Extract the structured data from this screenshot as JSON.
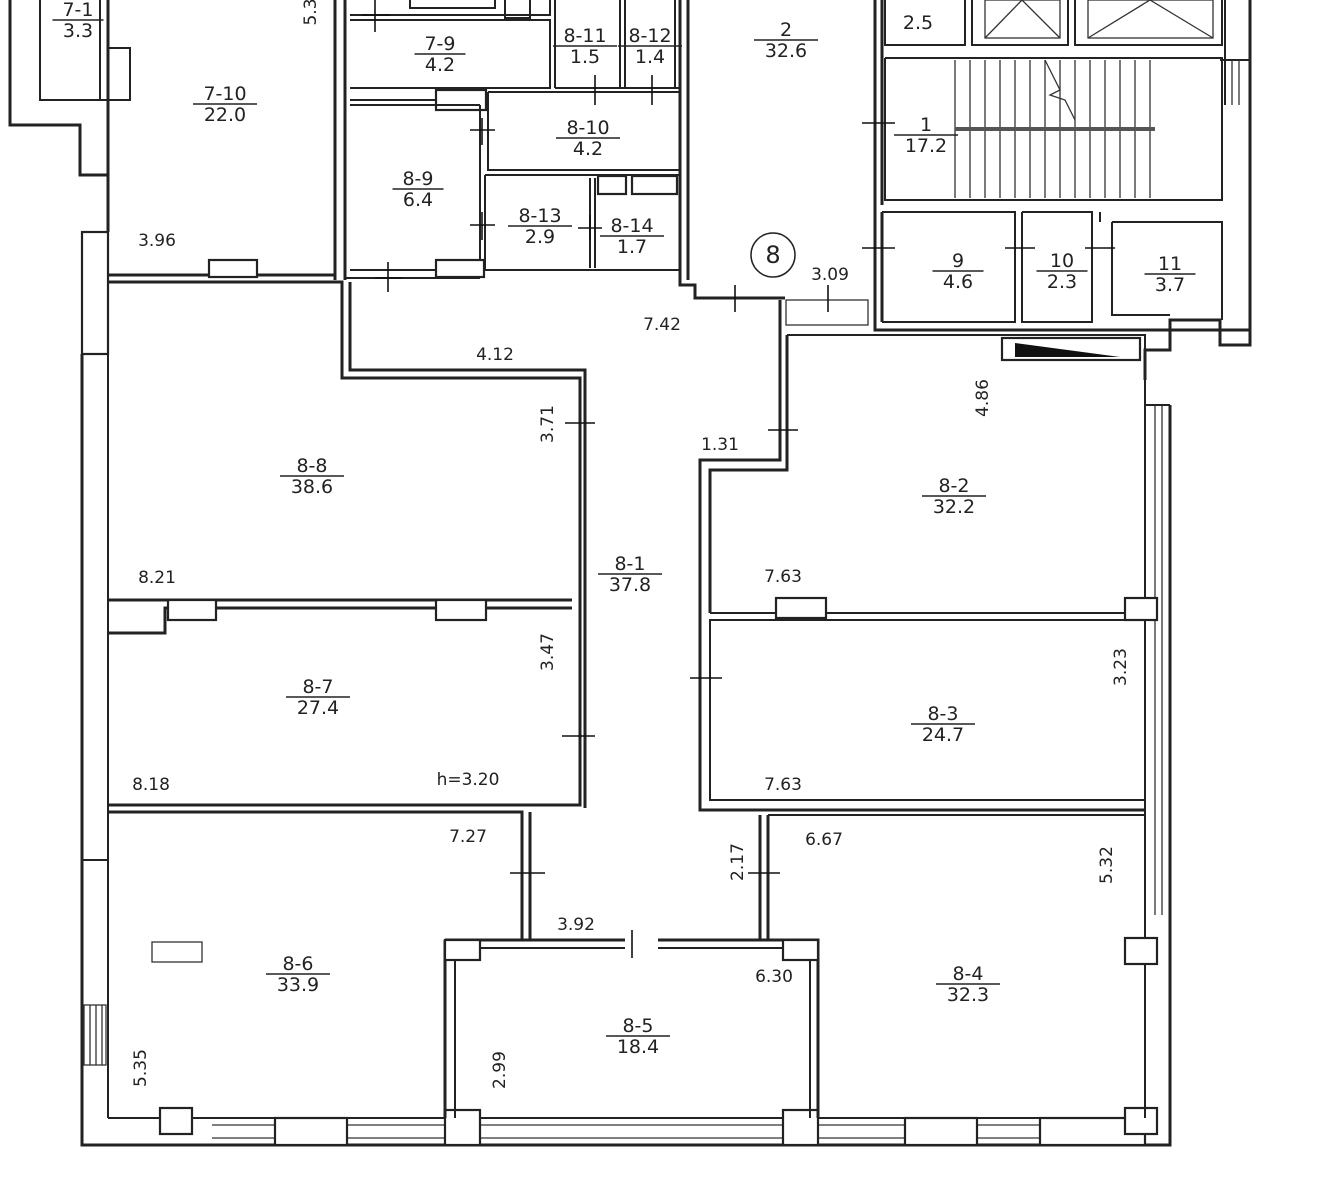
{
  "rooms": [
    {
      "id": "7-1",
      "area": "3.3"
    },
    {
      "id": "7-10",
      "area": "22.0"
    },
    {
      "id": "7-9",
      "area": "4.2"
    },
    {
      "id": "8-11",
      "area": "1.5"
    },
    {
      "id": "8-12",
      "area": "1.4"
    },
    {
      "id": "2",
      "area": "32.6"
    },
    {
      "id": "",
      "area": "2.5"
    },
    {
      "id": "8-10",
      "area": "4.2"
    },
    {
      "id": "8-9",
      "area": "6.4"
    },
    {
      "id": "1",
      "area": "17.2"
    },
    {
      "id": "8-13",
      "area": "2.9"
    },
    {
      "id": "8-14",
      "area": "1.7"
    },
    {
      "id": "9",
      "area": "4.6"
    },
    {
      "id": "10",
      "area": "2.3"
    },
    {
      "id": "11",
      "area": "3.7"
    },
    {
      "id": "8-8",
      "area": "38.6"
    },
    {
      "id": "8-2",
      "area": "32.2"
    },
    {
      "id": "8-1",
      "area": "37.8"
    },
    {
      "id": "8-7",
      "area": "27.4"
    },
    {
      "id": "8-3",
      "area": "24.7"
    },
    {
      "id": "8-6",
      "area": "33.9"
    },
    {
      "id": "8-4",
      "area": "32.3"
    },
    {
      "id": "8-5",
      "area": "18.4"
    }
  ],
  "dimensions": [
    "3.96",
    "7.42",
    "3.09",
    "4.12",
    "3.71",
    "1.31",
    "4.86",
    "8.21",
    "7.63",
    "3.47",
    "3.23",
    "8.18",
    "h=3.20",
    "7.63",
    "7.27",
    "2.17",
    "6.67",
    "5.32",
    "3.92",
    "6.30",
    "5.35",
    "2.99",
    "5.3"
  ],
  "section_marker": "8"
}
